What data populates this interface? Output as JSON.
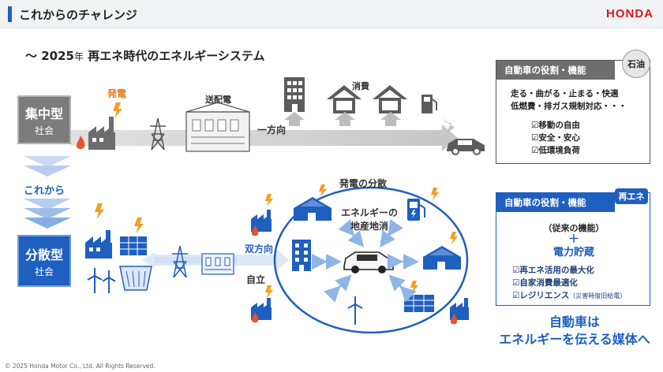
{
  "header": {
    "title": "これからのチャレンジ",
    "logo": "HONDA"
  },
  "subtitle": {
    "prefix": "〜 2025",
    "year_suffix": "年",
    "main": "再エネ時代のエネルギーシステム"
  },
  "left": {
    "centralized_title": "集中型",
    "centralized_sub": "社会",
    "transition": "これから",
    "distributed_title": "分散型",
    "distributed_sub": "社会"
  },
  "flow_top": {
    "generation": "発電",
    "transmission": "送配電",
    "consumption": "消費",
    "direction": "一方向"
  },
  "flow_bottom": {
    "bidirectional": "双方向",
    "independent": "自立",
    "distributed_generation": "発電の分散",
    "local_line1": "エネルギーの",
    "local_line2": "地産地消"
  },
  "panel_top": {
    "heading": "自動車の役割・機能",
    "tag": "石油",
    "line1": "走る・曲がる・止まる・快適",
    "line2": "低燃費・排ガス規制対応・・・",
    "checks": [
      "☑移動の自由",
      "☑安全・安心",
      "☑低環境負荷"
    ]
  },
  "panel_bottom": {
    "heading": "自動車の役割・機能",
    "tag": "再エネ",
    "conventional": "（従来の機能）",
    "plus": "＋",
    "storage": "電力貯蔵",
    "checks": [
      "☑再エネ活用の最大化",
      "☑自家消費最適化",
      "☑レジリエンス"
    ],
    "resilience_note": "（災害時復旧給電）"
  },
  "closing": {
    "line1": "自動車は",
    "line2": "エネルギーを伝える媒体へ"
  },
  "footer": {
    "copyright": "© 2025 Honda Motor Co., Ltd. All Rights Reserved."
  },
  "colors": {
    "accent_blue": "#1f5fbf",
    "gray": "#7c7c7c",
    "spark_orange": "#f0a020",
    "brand_red": "#d8171f"
  }
}
